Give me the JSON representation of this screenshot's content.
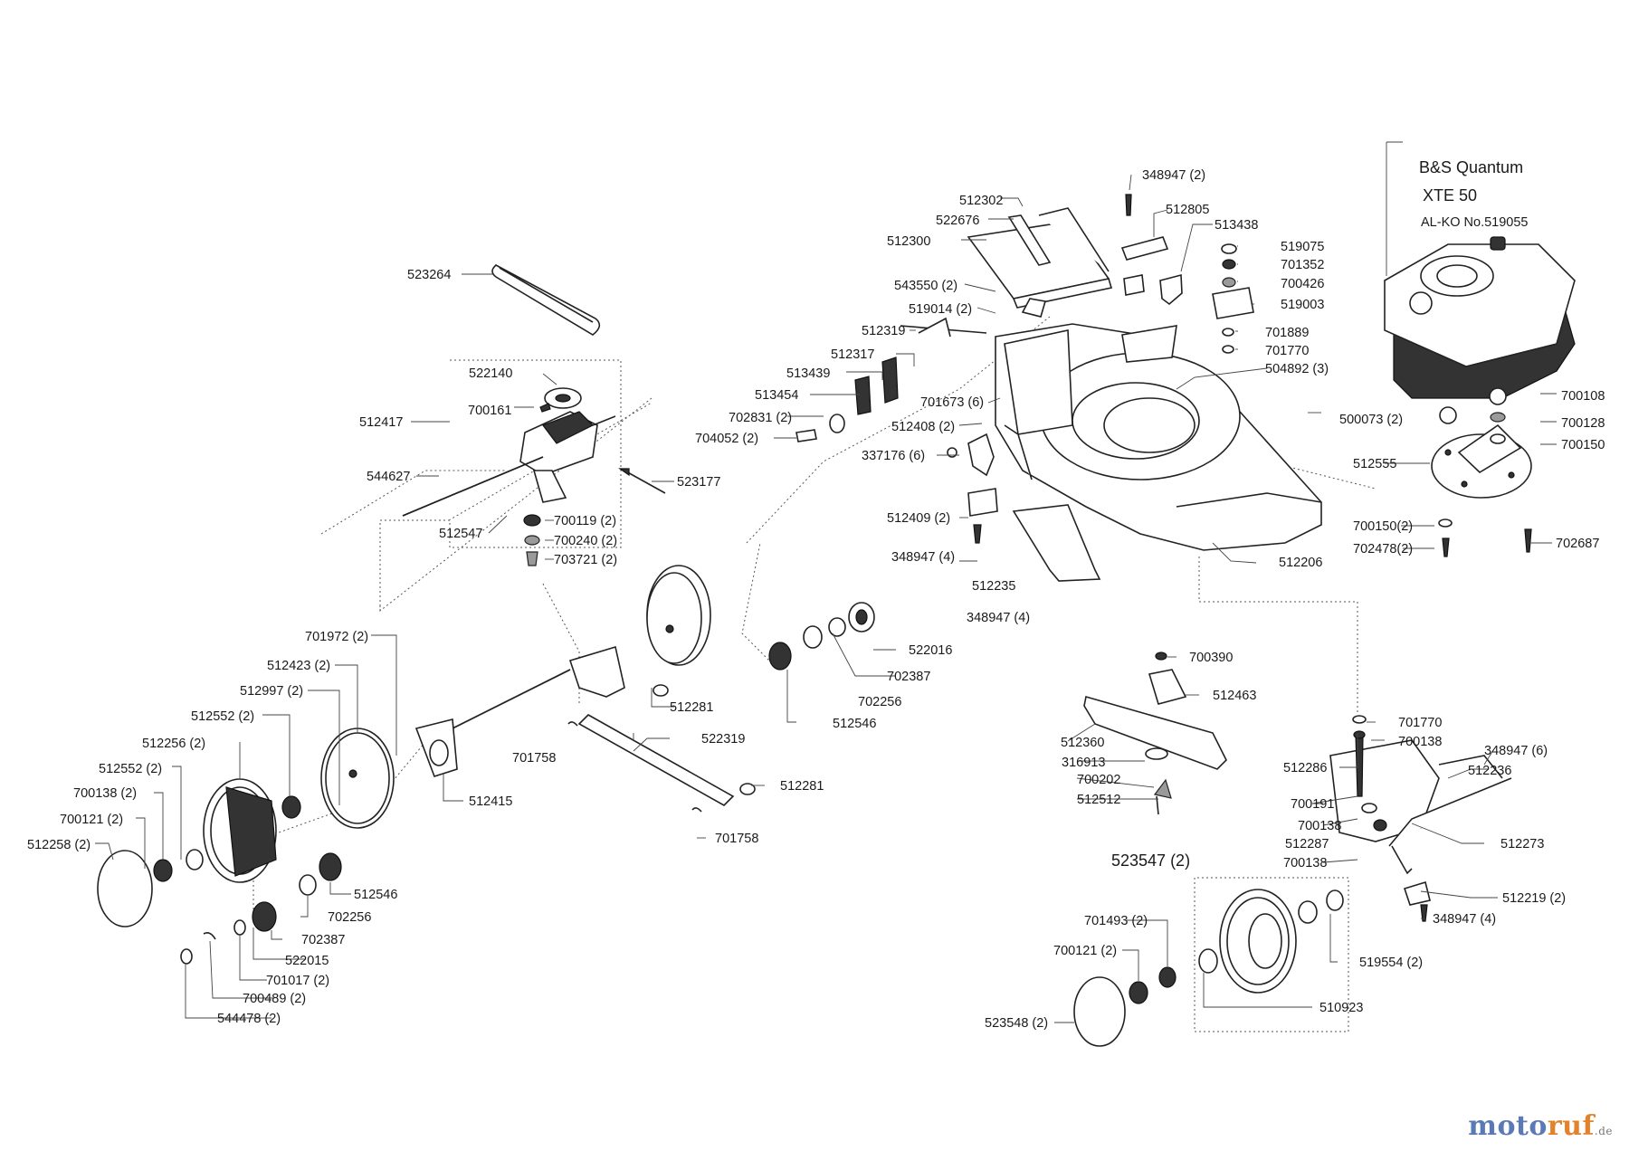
{
  "engine": {
    "title": "B&S Quantum",
    "model": "XTE 50",
    "alko_no": "AL-KO No.519055"
  },
  "parts": {
    "p348947_2": "348947 (2)",
    "p512302": "512302",
    "p512805": "512805",
    "p522676": "522676",
    "p513438": "513438",
    "p512300": "512300",
    "p519075": "519075",
    "p701352": "701352",
    "p523264": "523264",
    "p543550": "543550 (2)",
    "p700426": "700426",
    "p519014": "519014 (2)",
    "p519003": "519003",
    "p512319": "512319",
    "p701889": "701889",
    "p701770a": "701770",
    "p522140": "522140",
    "p512317": "512317",
    "p504892": "504892 (3)",
    "p513439": "513439",
    "p700161": "700161",
    "p700108": "700108",
    "p512417": "512417",
    "p513454": "513454",
    "p701673": "701673 (6)",
    "p702831": "702831 (2)",
    "p500073": "500073 (2)",
    "p700128": "700128",
    "p704052": "704052 (2)",
    "p512408": "512408 (2)",
    "p700150": "700150",
    "p337176": "337176 (6)",
    "p512555": "512555",
    "p544627": "544627",
    "p523177": "523177",
    "p700119": "700119 (2)",
    "p512409": "512409 (2)",
    "p700150_2": "700150(2)",
    "p512547": "512547",
    "p700240": "700240 (2)",
    "p702687": "702687",
    "p702478": "702478(2)",
    "p703721": "703721 (2)",
    "p348947_4a": "348947 (4)",
    "p512206": "512206",
    "p512235": "512235",
    "p348947_4b": "348947 (4)",
    "p701972": "701972 (2)",
    "p522016": "522016",
    "p512423": "512423 (2)",
    "p700390": "700390",
    "p702387a": "702387",
    "p512997": "512997 (2)",
    "p512281a": "512281",
    "p512463": "512463",
    "p702256a": "702256",
    "p512552a": "512552 (2)",
    "p512546a": "512546",
    "p701770b": "701770",
    "p512256": "512256 (2)",
    "p522319": "522319",
    "p701758a": "701758",
    "p512360": "512360",
    "p700138a": "700138",
    "p348947_6": "348947 (6)",
    "p316913": "316913",
    "p512552b": "512552 (2)",
    "p512286": "512286",
    "p512236": "512236",
    "p700202": "700202",
    "p700138b": "700138 (2)",
    "p512415": "512415",
    "p512281b": "512281",
    "p512512": "512512",
    "p700191": "700191",
    "p700121a": "700121 (2)",
    "p700138c": "700138",
    "p512273": "512273",
    "p512258": "512258 (2)",
    "p701758b": "701758",
    "p512287": "512287",
    "p700138d": "700138",
    "p523547": "523547 (2)",
    "p512546b": "512546",
    "p702256b": "702256",
    "p512219": "512219 (2)",
    "p348947_4c": "348947 (4)",
    "p702387b": "702387",
    "p701493": "701493 (2)",
    "p522015": "522015",
    "p700121b": "700121 (2)",
    "p519554": "519554 (2)",
    "p701017": "701017 (2)",
    "p700489": "700489 (2)",
    "p510923": "510923",
    "p544478": "544478 (2)",
    "p523548": "523548 (2)"
  },
  "watermark": {
    "part1": "moto",
    "part2": "ruf",
    "part3": ".de"
  }
}
